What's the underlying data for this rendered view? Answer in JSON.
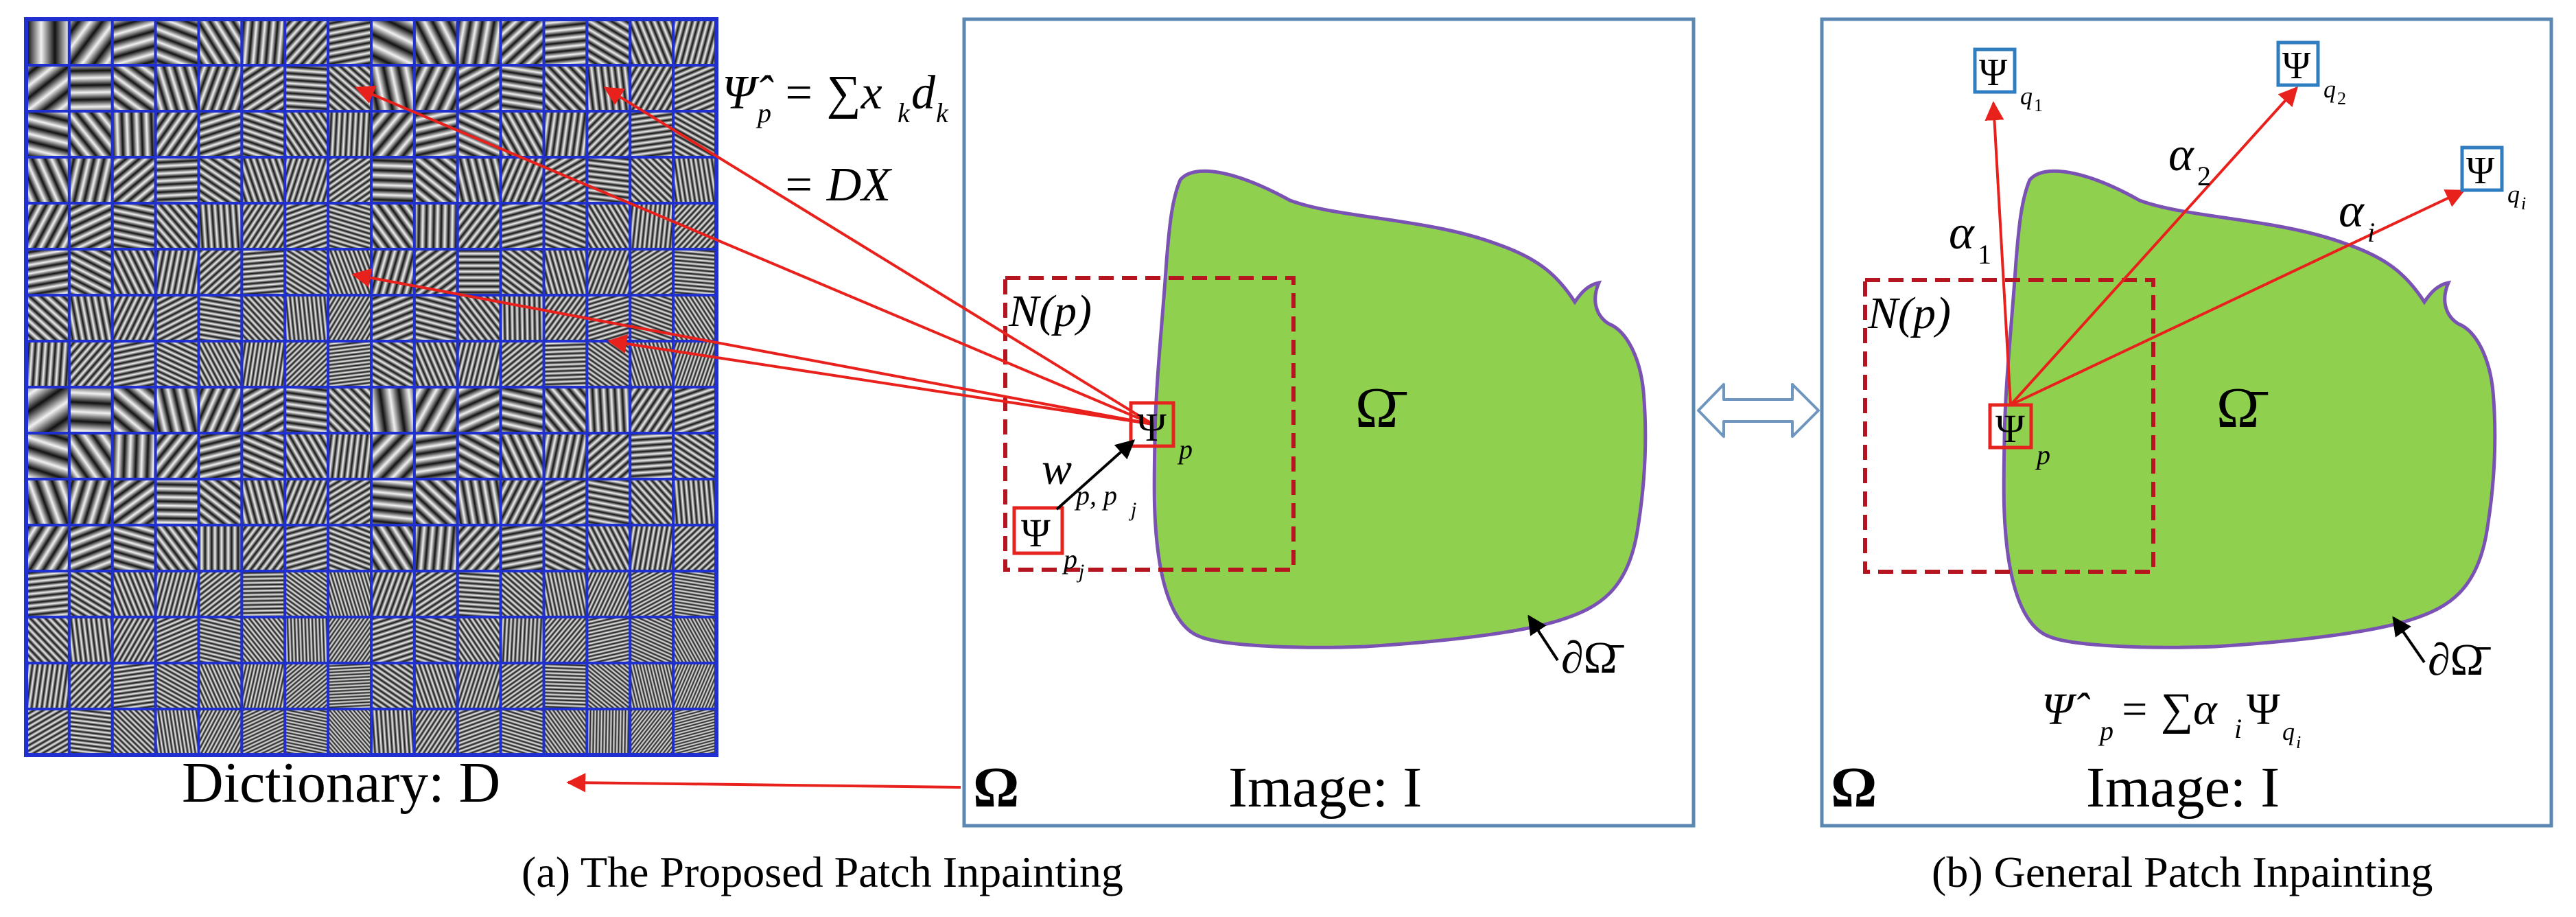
{
  "colors": {
    "dictionary_border": "#1f2fd0",
    "panel_border": "#5b88b3",
    "region_fill": "#8fd14f",
    "region_stroke": "#7a52b4",
    "arrow_red": "#e8211c",
    "neighborhood_dash": "#b4151f",
    "patch_box_red": "#e52420",
    "patch_box_blue": "#2f7ec1",
    "double_arrow": "#6f96be"
  },
  "dictionary": {
    "rows": 16,
    "cols": 16,
    "label": "Dictionary: D"
  },
  "panel_a": {
    "formula_lhs": "Ψ̂",
    "formula_lhs_sub": "p",
    "formula_rhs": "= ∑x",
    "formula_rhs_sub1": "k",
    "formula_rhs_mid": "d",
    "formula_rhs_sub2": "k",
    "formula_line2": "= DX",
    "neighborhood_label": "N(p)",
    "region_label": "Ω̄",
    "boundary_label": "∂Ω̄",
    "patch_symbol": "Ψ",
    "patch_sub": "p",
    "neighbor_symbol": "Ψ",
    "neighbor_sub": "p",
    "neighbor_sub_sub": "j",
    "weight_label": "w",
    "weight_sub": "p, p",
    "weight_sub_sub": "j",
    "domain_label": "Ω",
    "image_label": "Image: I",
    "caption": "(a) The Proposed Patch Inpainting"
  },
  "panel_b": {
    "neighborhood_label": "N(p)",
    "region_label": "Ω̄",
    "boundary_label": "∂Ω̄",
    "patch_symbol": "Ψ",
    "patch_sub": "p",
    "targets": [
      {
        "symbol": "Ψ",
        "sub": "q",
        "subsub": "1",
        "weight": "α",
        "weight_sub": "1"
      },
      {
        "symbol": "Ψ",
        "sub": "q",
        "subsub": "2",
        "weight": "α",
        "weight_sub": "2"
      },
      {
        "symbol": "Ψ",
        "sub": "q",
        "subsub": "i",
        "weight": "α",
        "weight_sub": "i"
      }
    ],
    "formula_lhs": "Ψ̂",
    "formula_lhs_sub": "p",
    "formula_rhs": "= ∑α",
    "formula_rhs_sub": "i",
    "formula_rhs_psi": "Ψ",
    "formula_rhs_psi_sub": "q",
    "formula_rhs_psi_subsub": "i",
    "domain_label": "Ω",
    "image_label": "Image: I",
    "caption": "(b) General Patch Inpainting"
  }
}
